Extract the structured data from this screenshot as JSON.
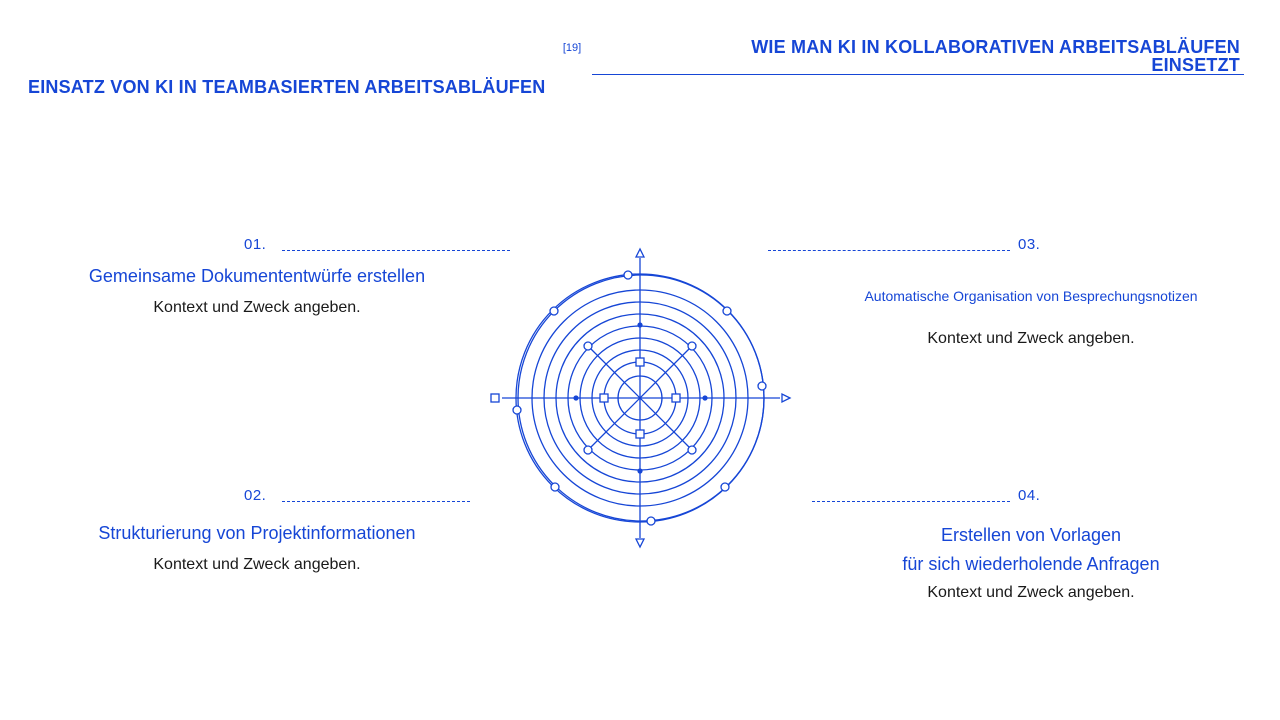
{
  "header": {
    "page_number": "[19]",
    "title_line1": "WIE MAN KI IN KOLLABORATIVEN ARBEITSABLÄUFEN",
    "title_line2": "EINSETZT"
  },
  "slide": {
    "title": "EINSATZ VON KI IN TEAMBASIERTEN ARBEITSABLÄUFEN"
  },
  "items": [
    {
      "number": "01.",
      "title": "Gemeinsame Dokumententwürfe erstellen",
      "description": "Kontext und Zweck angeben."
    },
    {
      "number": "02.",
      "title": "Strukturierung von Projektinformationen",
      "description": "Kontext und Zweck angeben."
    },
    {
      "number": "03.",
      "title": "Automatische Organisation von Besprechungsnotizen",
      "description": "Kontext und Zweck angeben."
    },
    {
      "number": "04.",
      "title_line1": "Erstellen von Vorlagen",
      "title_line2": "für sich wiederholende Anfragen",
      "description": "Kontext und Zweck angeben."
    }
  ],
  "diagram": {
    "ring_count": 10,
    "accent_color": "#1646d6"
  }
}
